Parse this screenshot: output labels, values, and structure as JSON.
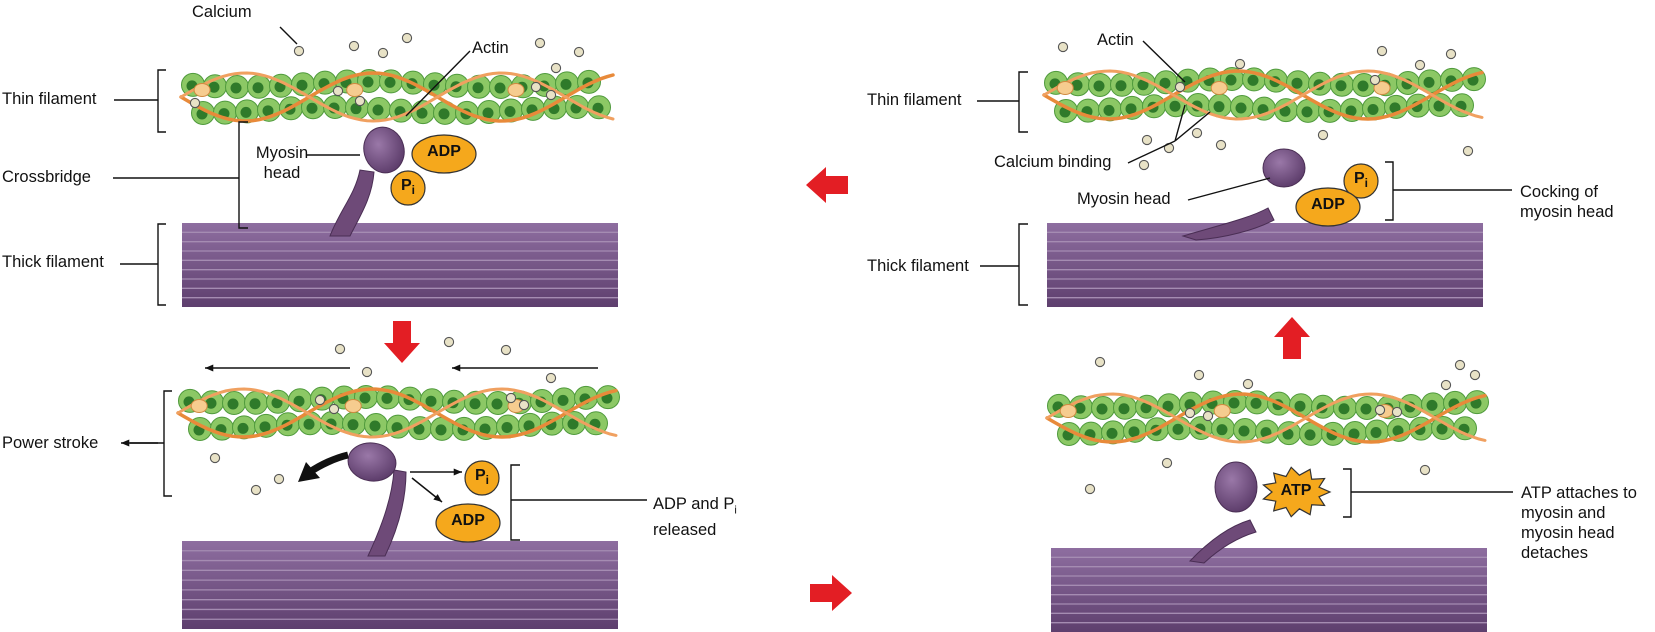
{
  "panels": {
    "p1": {
      "calcium": "Calcium",
      "actin": "Actin",
      "thin_filament": "Thin filament",
      "crossbridge": "Crossbridge",
      "myosin_head_1": "Myosin",
      "myosin_head_2": "head",
      "adp": "ADP",
      "pi": "P",
      "pi_sub": "i",
      "thick_filament": "Thick filament"
    },
    "p2": {
      "power_stroke": "Power stroke",
      "released_1": "ADP and P",
      "released_sub": "i",
      "released_2": "released",
      "adp": "ADP",
      "pi": "P",
      "pi_sub": "i"
    },
    "p3": {
      "actin": "Actin",
      "thin_filament": "Thin filament",
      "calcium_binding": "Calcium binding",
      "myosin_head": "Myosin head",
      "cocking_1": "Cocking of",
      "cocking_2": "myosin head",
      "thick_filament": "Thick filament",
      "adp": "ADP",
      "pi": "P",
      "pi_sub": "i"
    },
    "p4": {
      "atp": "ATP",
      "atp_attaches_1": "ATP attaches to",
      "atp_attaches_2": "myosin and",
      "atp_attaches_3": "myosin head",
      "atp_attaches_4": "detaches"
    }
  },
  "colors": {
    "arrow_red": "#e31e24",
    "actin_green": "#8cc865",
    "actin_dark": "#2f7a2a",
    "tropomyosin": "#e88a3a",
    "myosin_purple": "#6e4a78",
    "thick_purple": "#7a5a8c",
    "bubble_yellow": "#f5a81c"
  }
}
